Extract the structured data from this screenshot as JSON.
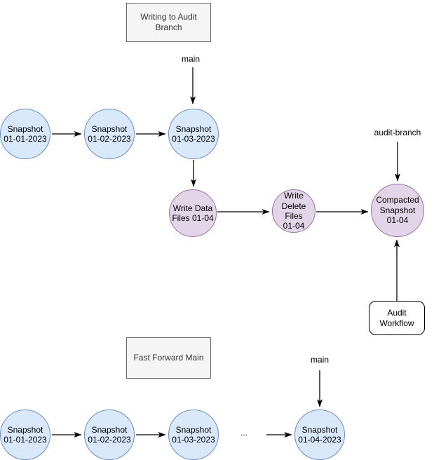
{
  "colors": {
    "snapshot_fill": "#dae8fc",
    "snapshot_border": "#6c8ebf",
    "write_fill": "#e1d5e7",
    "write_border": "#9673a6",
    "title_box_fill": "#f5f5f5",
    "title_box_border": "#666666",
    "arrow": "#000000",
    "background": "#ffffff"
  },
  "writing_to_audit_branch": {
    "title": "Writing to Audit\nBranch",
    "main_label": "main",
    "audit_branch_label": "audit-branch",
    "snapshot_01_01": "Snapshot\n01-01-2023",
    "snapshot_01_02": "Snapshot\n01-02-2023",
    "snapshot_01_03": "Snapshot\n01-03-2023",
    "write_data_files": "Write Data\nFiles 01-04",
    "write_delete_files": "Write\nDelete Files\n01-04",
    "compacted_snapshot": "Compacted\nSnapshot\n01-04",
    "audit_workflow": "Audit\nWorkflow"
  },
  "fast_forward_main": {
    "title": "Fast Forward Main",
    "main_label": "main",
    "ellipsis": "...",
    "snapshot_01_01": "Snapshot\n01-01-2023",
    "snapshot_01_02": "Snapshot\n01-02-2023",
    "snapshot_01_03": "Snapshot\n01-03-2023",
    "snapshot_01_04": "Snapshot\n01-04-2023"
  }
}
